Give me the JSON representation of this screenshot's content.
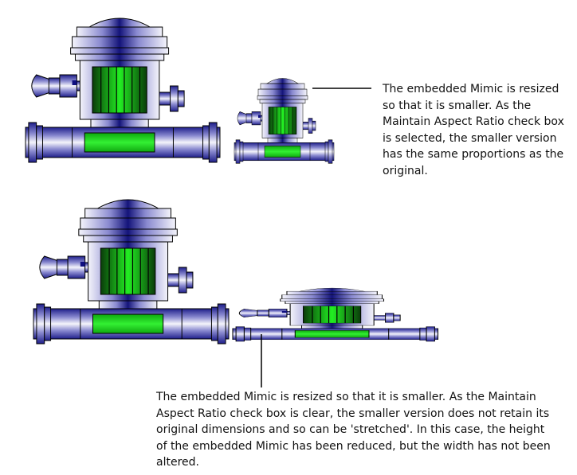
{
  "figure": {
    "callout_top": "The embedded Mimic is resized so that it is smaller. As the Maintain Aspect Ratio check box is selected, the smaller version has the same proportions as the original.",
    "callout_bottom": "The embedded Mimic is resized so that it is smaller. As the Maintain Aspect Ratio check box is clear, the smaller version does not retain its original dimensions and so can be 'stretched'. In this case, the height of the embedded Mimic has been reduced, but the width has not been altered."
  },
  "colors": {
    "metal_dark": "#14147a",
    "metal_mid": "#6a6ab8",
    "metal_light": "#f4f4fb",
    "green_dark": "#0a3c0a",
    "green_mid": "#0fa80f",
    "green_bright": "#22ee22",
    "outline": "#000000"
  },
  "icons": [
    "valve-mimic"
  ]
}
